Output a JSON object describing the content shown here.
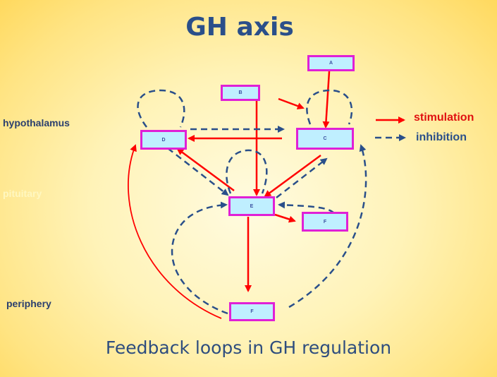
{
  "title": "GH axis",
  "caption": "Feedback loops in GH regulation",
  "levels": {
    "hypothalamus": "hypothalamus",
    "pituitary": "pituitary",
    "periphery": "periphery"
  },
  "legend": {
    "stimulation": "stimulation",
    "inhibition": "inhibition"
  },
  "nodes": {
    "A": "A",
    "B": "B",
    "C": "C",
    "D": "D",
    "E": "E",
    "F1": "F",
    "F2": "F"
  },
  "colors": {
    "stimulation": "#ff0000",
    "inhibition": "#2a4f8a",
    "node_fill": "#bfefff",
    "node_border": "#e020d6"
  }
}
